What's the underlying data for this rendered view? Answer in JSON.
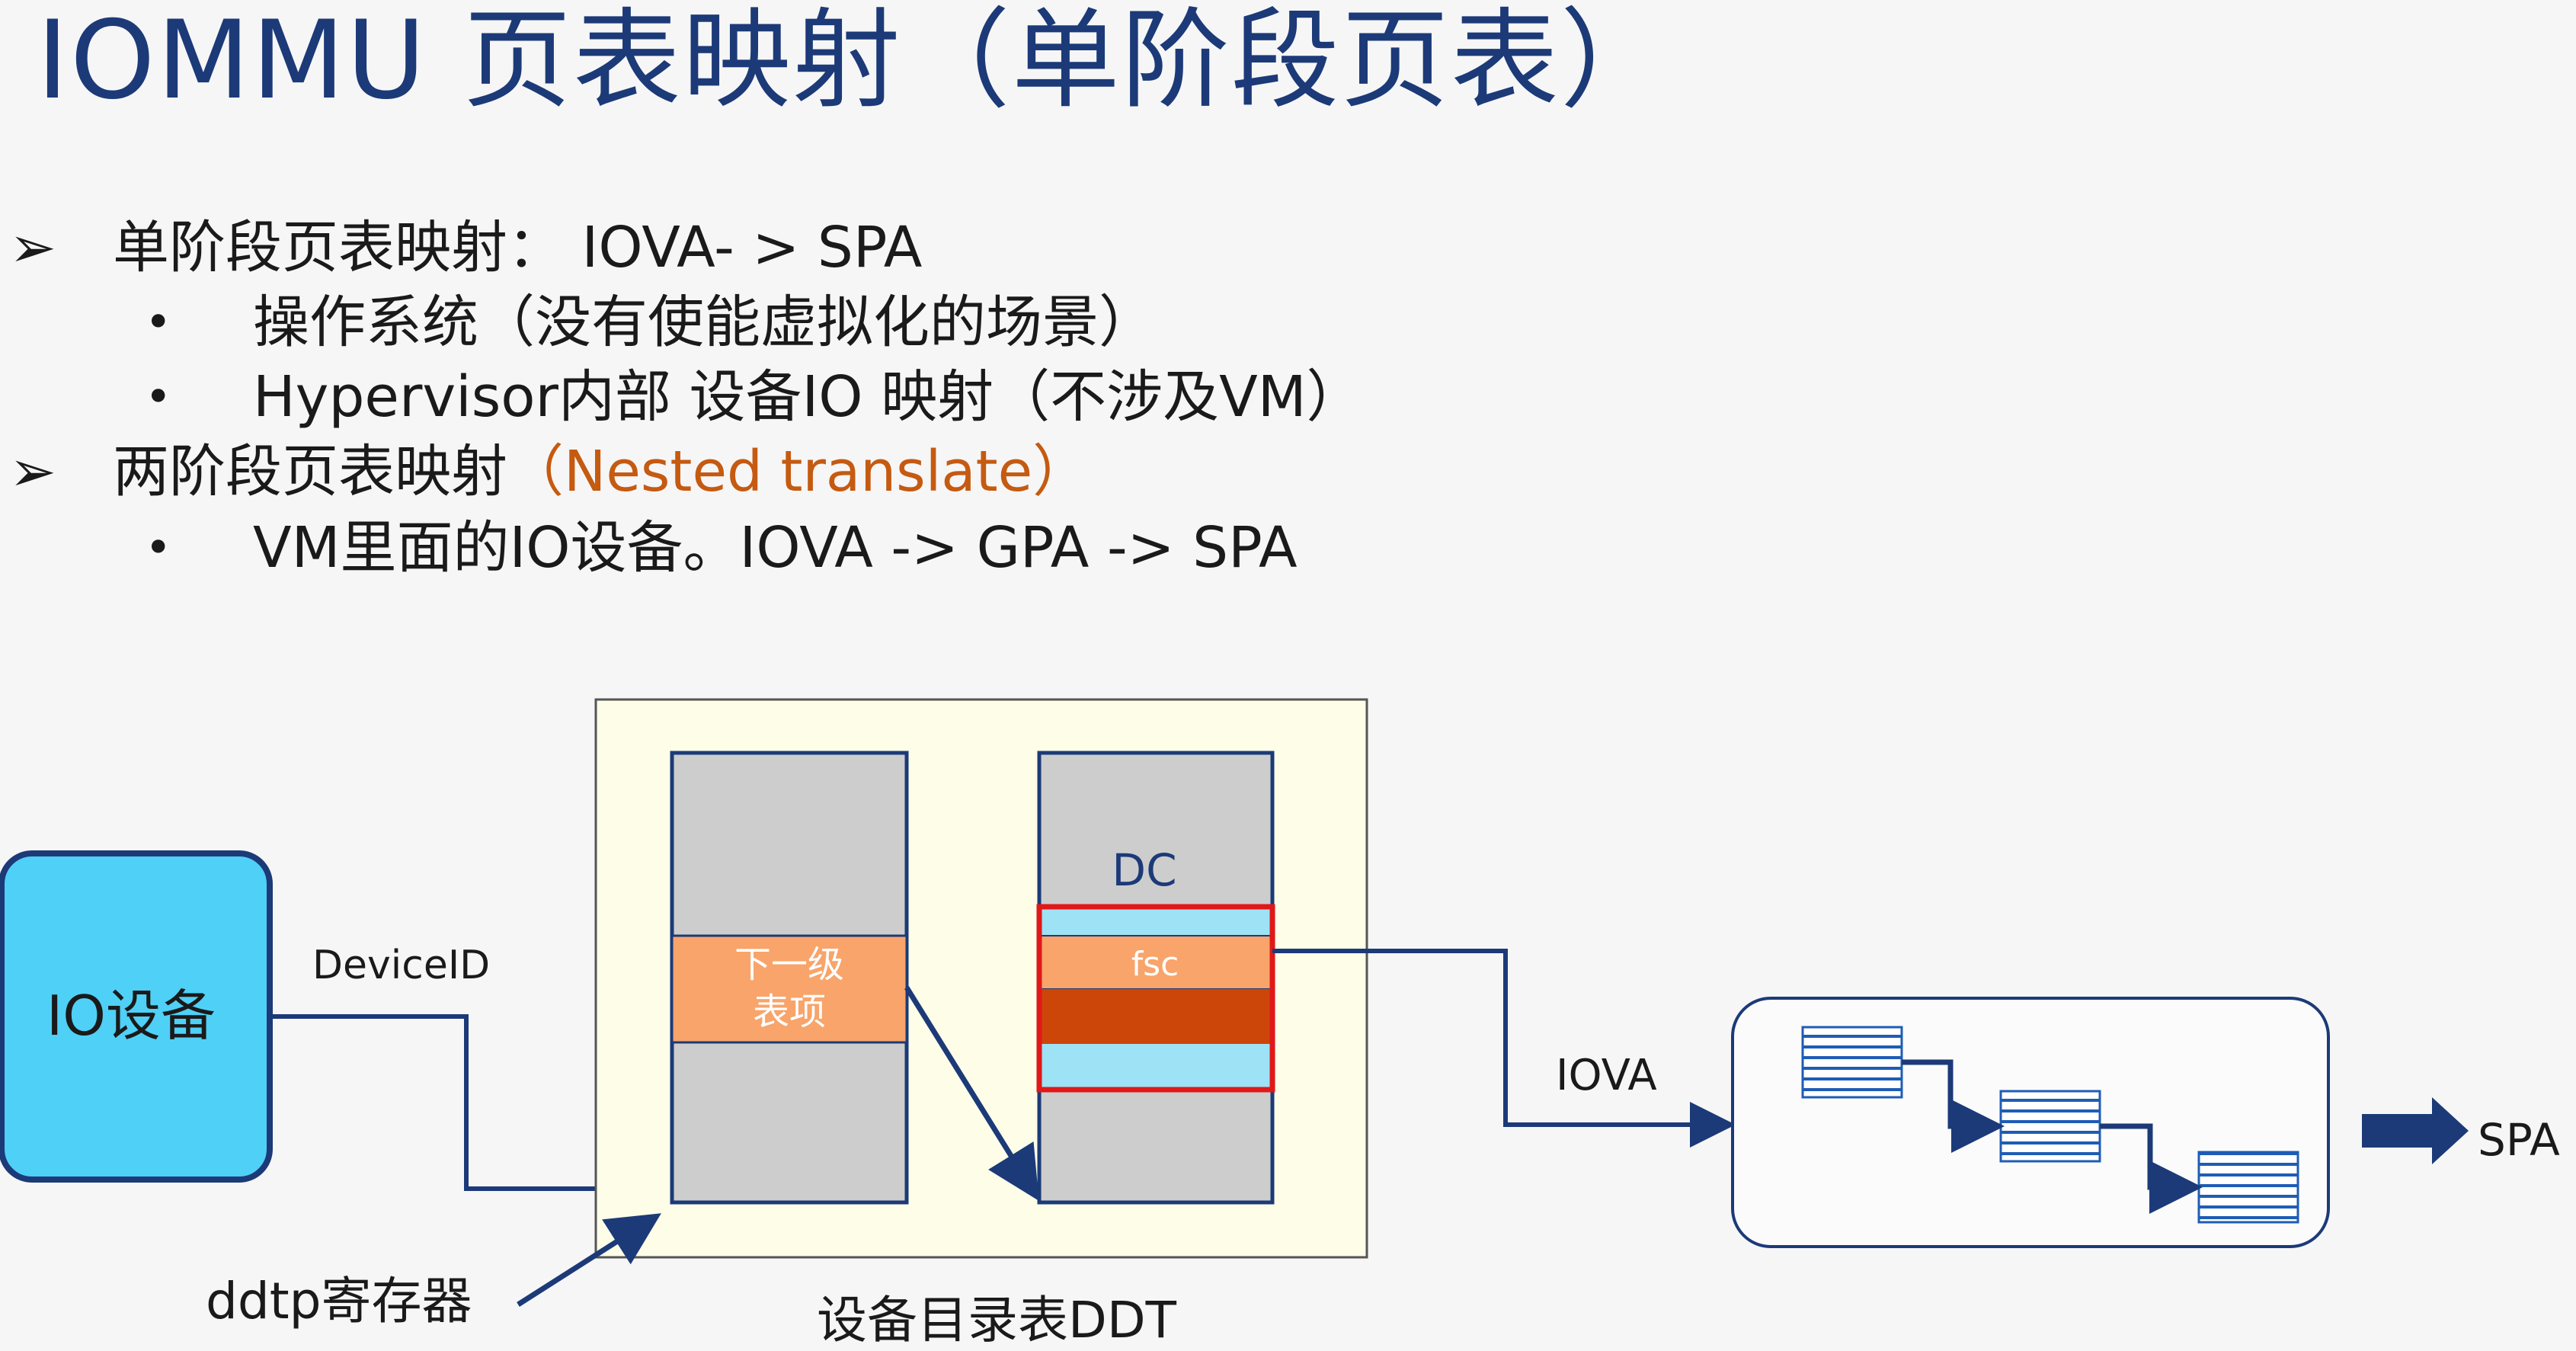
{
  "title": "IOMMU 页表映射（单阶段页表）",
  "colors": {
    "title": "#1c3a78",
    "accent": "#c55a11",
    "io_device": "#4fd0f7",
    "ddt_bg": "#fdfde8",
    "table_gray": "#cdcdcd",
    "entry_orange": "#f8a46a",
    "entry_dark": "#cc4609",
    "entry_light_blue": "#9ee2f5",
    "highlight_red": "#e01818",
    "line": "#1c3a78"
  },
  "bullets": [
    {
      "marker": "arrow",
      "text": "单阶段页表映射：  IOVA- > SPA"
    },
    {
      "marker": "dot",
      "text": "操作系统（没有使能虚拟化的场景）"
    },
    {
      "marker": "dot",
      "text": "Hypervisor内部 设备IO 映射（不涉及VM）"
    },
    {
      "marker": "arrow",
      "text_before": "两阶段页表映射",
      "text_accent": "（Nested translate）"
    },
    {
      "marker": "dot",
      "text": "VM里面的IO设备。IOVA -> GPA -> SPA"
    }
  ],
  "diagram": {
    "io_device_label": "IO设备",
    "device_id_label": "DeviceID",
    "ddtp_label": "ddtp寄存器",
    "ddt_label": "设备目录表DDT",
    "next_level_line1": "下一级",
    "next_level_line2": "表项",
    "dc_label": "DC",
    "fsc_label": "fsc",
    "iova_label": "IOVA",
    "spa_label": "SPA"
  }
}
